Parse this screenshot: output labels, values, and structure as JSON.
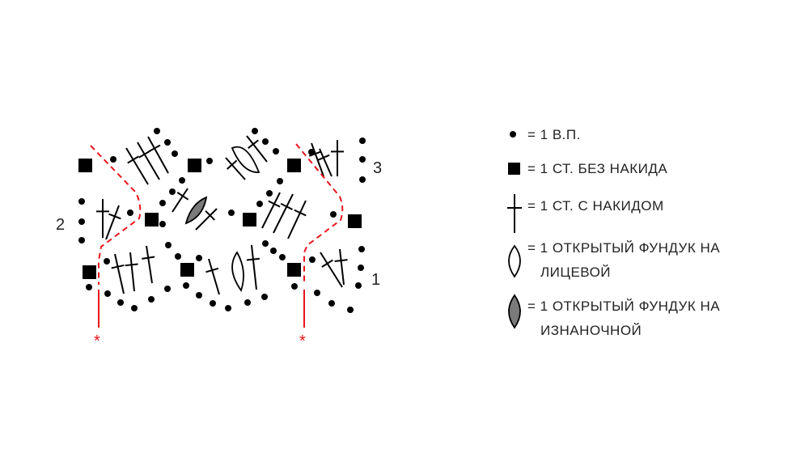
{
  "diagram": {
    "row_labels": {
      "row1": "1",
      "row2": "2",
      "row3": "3"
    },
    "repeat_markers": {
      "left": "*",
      "right": "*"
    },
    "colors": {
      "ink": "#000000",
      "repeat_line": "#e8141b",
      "filled_puff": "#7a7a7a"
    }
  },
  "legend": {
    "chain": "= 1 В.П.",
    "single_crochet": "= 1 СТ. БЕЗ НАКИДА",
    "double_crochet": "= 1 СТ. С НАКИДОМ",
    "open_puff_front_line1": "= 1 ОТКРЫТЫЙ ФУНДУК НА",
    "open_puff_front_line2": "ЛИЦЕВОЙ",
    "open_puff_back_line1": "= 1 ОТКРЫТЫЙ ФУНДУК НА",
    "open_puff_back_line2": "ИЗНАНОЧНОЙ"
  }
}
